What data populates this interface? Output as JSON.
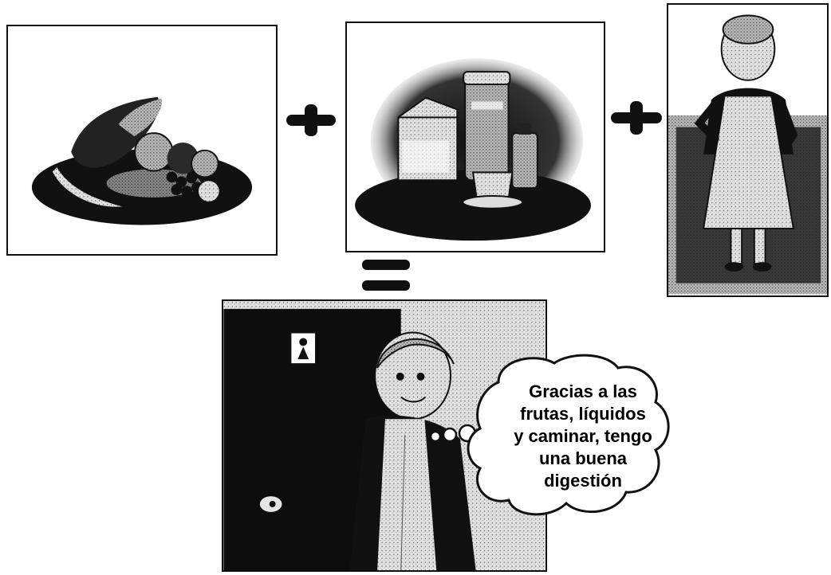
{
  "thought_bubble": {
    "lines": [
      "Gracias a las",
      "frutas, líquidos",
      "y caminar, tengo",
      "una buena",
      "digestión"
    ]
  },
  "icons": {
    "fruits": "fruit-plate-icon",
    "drinks": "beverages-icon",
    "walking": "walking-woman-icon",
    "restroom": "restroom-door-icon"
  },
  "colors": {
    "ink": "#111111",
    "paper": "#ffffff",
    "shade": "#8a8a8a"
  }
}
